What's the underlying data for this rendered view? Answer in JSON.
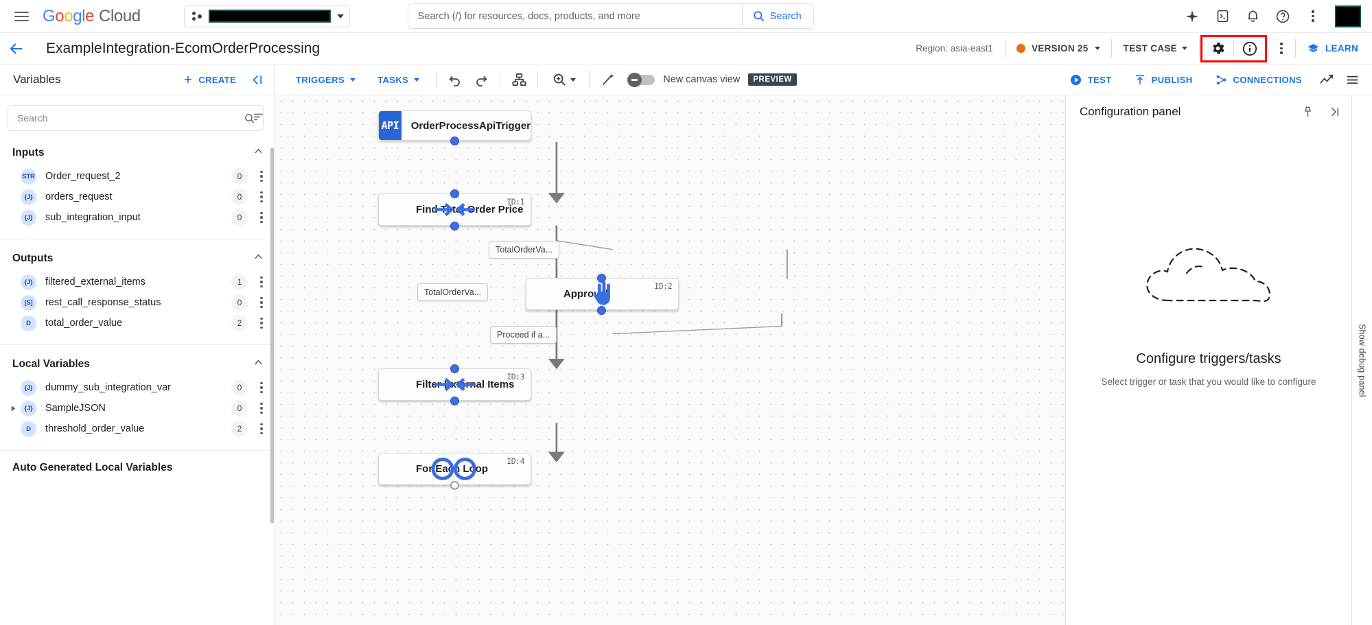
{
  "topbar": {
    "menu_icon": "hamburger-menu-icon",
    "logo": {
      "text": "Google Cloud",
      "cloud_word": "Cloud"
    },
    "project_selector": {
      "icon": "project-dots-icon",
      "value": "",
      "redacted": true
    },
    "search": {
      "placeholder": "Search (/) for resources, docs, products, and more",
      "value": "",
      "button_label": "Search",
      "button_icon": "search-icon"
    },
    "icons": [
      "gemini-sparkle-icon",
      "cloud-shell-terminal-icon",
      "notifications-bell-icon",
      "help-question-icon",
      "more-vert-kebab-icon"
    ],
    "avatar": {
      "name": "account-avatar",
      "redacted": true
    }
  },
  "pageheader": {
    "back_icon": "back-arrow-icon",
    "title": "ExampleIntegration-EcomOrderProcessing",
    "region_label": "Region: asia-east1",
    "version": {
      "label": "VERSION 25",
      "dot_color": "#E8710A"
    },
    "test_case": {
      "label": "TEST CASE"
    },
    "highlighted_group": {
      "highlight_color": "#FF0000",
      "items": [
        {
          "name": "settings-gear-icon",
          "label": "Settings"
        },
        {
          "name": "info-circle-icon",
          "label": "Info"
        }
      ]
    },
    "kebab_icon": "more-vert-kebab-icon",
    "learn": {
      "label": "LEARN",
      "icon": "learn-school-icon"
    }
  },
  "variables_panel": {
    "title": "Variables",
    "create_label": "CREATE",
    "create_icon": "plus-icon",
    "collapse_icon": "collapse-panel-icon",
    "search": {
      "placeholder": "Search",
      "value": "",
      "icon": "search-icon"
    },
    "sort_icon": "sort-icon",
    "sections": [
      {
        "title": "Inputs",
        "chevron": "chevron-up-icon",
        "rows": [
          {
            "type": "STR",
            "name": "Order_request_2",
            "count": "0",
            "expandable": false
          },
          {
            "type": "{J}",
            "name": "orders_request",
            "count": "0",
            "expandable": false
          },
          {
            "type": "{J}",
            "name": "sub_integration_input",
            "count": "0",
            "expandable": false
          }
        ]
      },
      {
        "title": "Outputs",
        "chevron": "chevron-up-icon",
        "rows": [
          {
            "type": "{J}",
            "name": "filtered_external_items",
            "count": "1",
            "expandable": false
          },
          {
            "type": "[S]",
            "name": "rest_call_response_status",
            "count": "0",
            "expandable": false
          },
          {
            "type": "D",
            "name": "total_order_value",
            "count": "2",
            "expandable": false
          }
        ]
      },
      {
        "title": "Local Variables",
        "chevron": "chevron-up-icon",
        "rows": [
          {
            "type": "{J}",
            "name": "dummy_sub_integration_var",
            "count": "0",
            "expandable": false
          },
          {
            "type": "{J}",
            "name": "SampleJSON",
            "count": "0",
            "expandable": true
          },
          {
            "type": "D",
            "name": "threshold_order_value",
            "count": "2",
            "expandable": false
          }
        ]
      },
      {
        "title": "Auto Generated Local Variables",
        "chevron": "",
        "rows": []
      }
    ]
  },
  "canvas_toolbar": {
    "triggers": {
      "label": "TRIGGERS",
      "caret": "chevron-down-icon"
    },
    "tasks": {
      "label": "TASKS",
      "caret": "chevron-down-icon"
    },
    "undo_icon": "undo-icon",
    "redo_icon": "redo-icon",
    "layout_icon": "auto-layout-icon",
    "zoom_icon": "zoom-magnifier-icon",
    "zoom_caret": "chevron-down-icon",
    "wand_icon": "magic-wand-icon",
    "canvas_toggle": {
      "label": "New canvas view",
      "badge": "PREVIEW",
      "on": false
    },
    "test": {
      "label": "TEST",
      "icon": "play-circle-icon"
    },
    "publish": {
      "label": "PUBLISH",
      "icon": "publish-upload-icon"
    },
    "connections": {
      "label": "CONNECTIONS",
      "icon": "connections-icon"
    },
    "metrics_icon": "metrics-chart-icon",
    "logs_icon": "logs-list-icon"
  },
  "diagram": {
    "nodes": [
      {
        "id": "",
        "label": "OrderProcessApiTrigger",
        "kind": "api-trigger",
        "badge": "API"
      },
      {
        "id": "ID:1",
        "label": "Find Total Order Price",
        "kind": "mapping-task"
      },
      {
        "id": "ID:2",
        "label": "Approval",
        "kind": "approval-task"
      },
      {
        "id": "ID:3",
        "label": "Filter External Items",
        "kind": "mapping-task"
      },
      {
        "id": "ID:4",
        "label": "For Each Loop",
        "kind": "loop-task"
      }
    ],
    "edge_labels": [
      "TotalOrderVa...",
      "TotalOrderVa...",
      "Proceed if a..."
    ]
  },
  "config_panel": {
    "title": "Configuration panel",
    "pin_icon": "pin-icon",
    "expand_icon": "expand-panel-icon",
    "empty_illustration": "dashed-cloud-icon",
    "empty_title": "Configure triggers/tasks",
    "empty_subtitle": "Select trigger or task that you would like to configure"
  },
  "debug_rail": {
    "label": "Show debug panel"
  }
}
